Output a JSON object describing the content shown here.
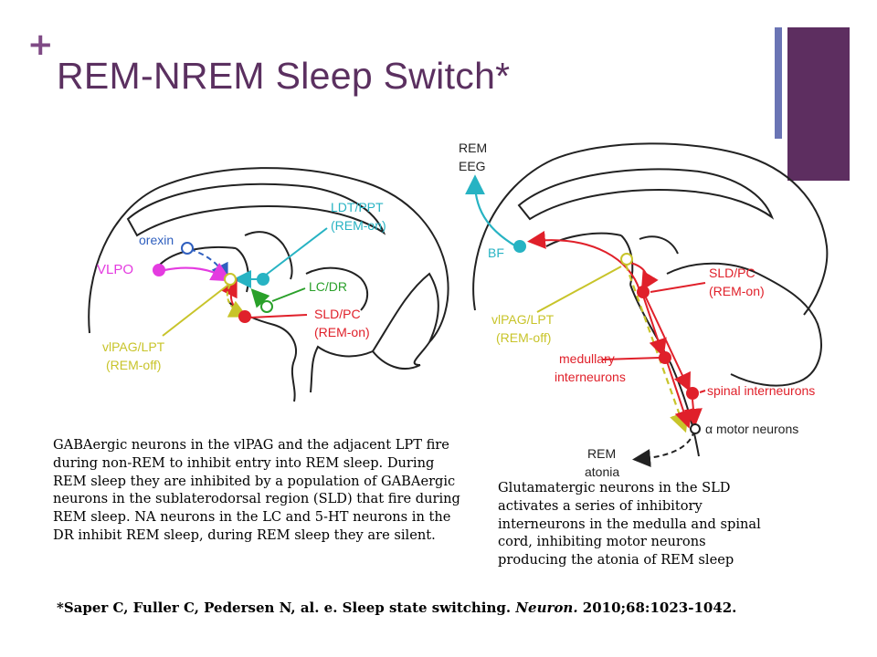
{
  "slide": {
    "plus_mark": "+",
    "title": "REM-NREM Sleep Switch*",
    "colors": {
      "accent_purple": "#5d2e60",
      "accent_blue": "#6a74b4",
      "rem_on_red": "#e0202a",
      "rem_off_yellow": "#c8c42a",
      "cyan": "#27b3c3",
      "magenta": "#e43be0",
      "blue": "#2f5fbf",
      "green": "#2aa02a"
    }
  },
  "diagram_left": {
    "labels": {
      "orexin": "orexin",
      "vlpo": "VLPO",
      "ldt_ppt_1": "LDT/PPT",
      "ldt_ppt_2": "(REM-on)",
      "lc_dr": "LC/DR",
      "sld_pc_1": "SLD/PC",
      "sld_pc_2": "(REM-on)",
      "vlpag_lpt_1": "vlPAG/LPT",
      "vlpag_lpt_2": "(REM-off)"
    }
  },
  "diagram_right": {
    "labels": {
      "rem_eeg_1": "REM",
      "rem_eeg_2": "EEG",
      "bf": "BF",
      "sld_pc_1": "SLD/PC",
      "sld_pc_2": "(REM-on)",
      "vlpag_lpt_1": "vlPAG/LPT",
      "vlpag_lpt_2": "(REM-off)",
      "medullary_1": "medullary",
      "medullary_2": "interneurons",
      "spinal": "spinal interneurons",
      "motor": "α motor neurons",
      "rem_atonia_1": "REM",
      "rem_atonia_2": "atonia"
    }
  },
  "captions": {
    "left": "GABAergic neurons in the vlPAG and the adjacent LPT fire during non-REM to inhibit entry into REM sleep. During REM sleep they are inhibited by a population of GABAergic neurons in the sublaterodorsal region (SLD) that fire during REM sleep. NA neurons in the LC and 5-HT neurons in the DR inhibit REM sleep, during REM sleep they are silent.",
    "right": "Glutamatergic neurons in the SLD activates a series of inhibitory interneurons in the medulla and spinal cord, inhibiting motor neurons producing the atonia of REM sleep"
  },
  "citation": {
    "prefix": "*Saper C, Fuller C, Pedersen N, al. e. Sleep state switching. ",
    "journal": "Neuron.",
    "suffix": " 2010;68:1023-1042."
  }
}
